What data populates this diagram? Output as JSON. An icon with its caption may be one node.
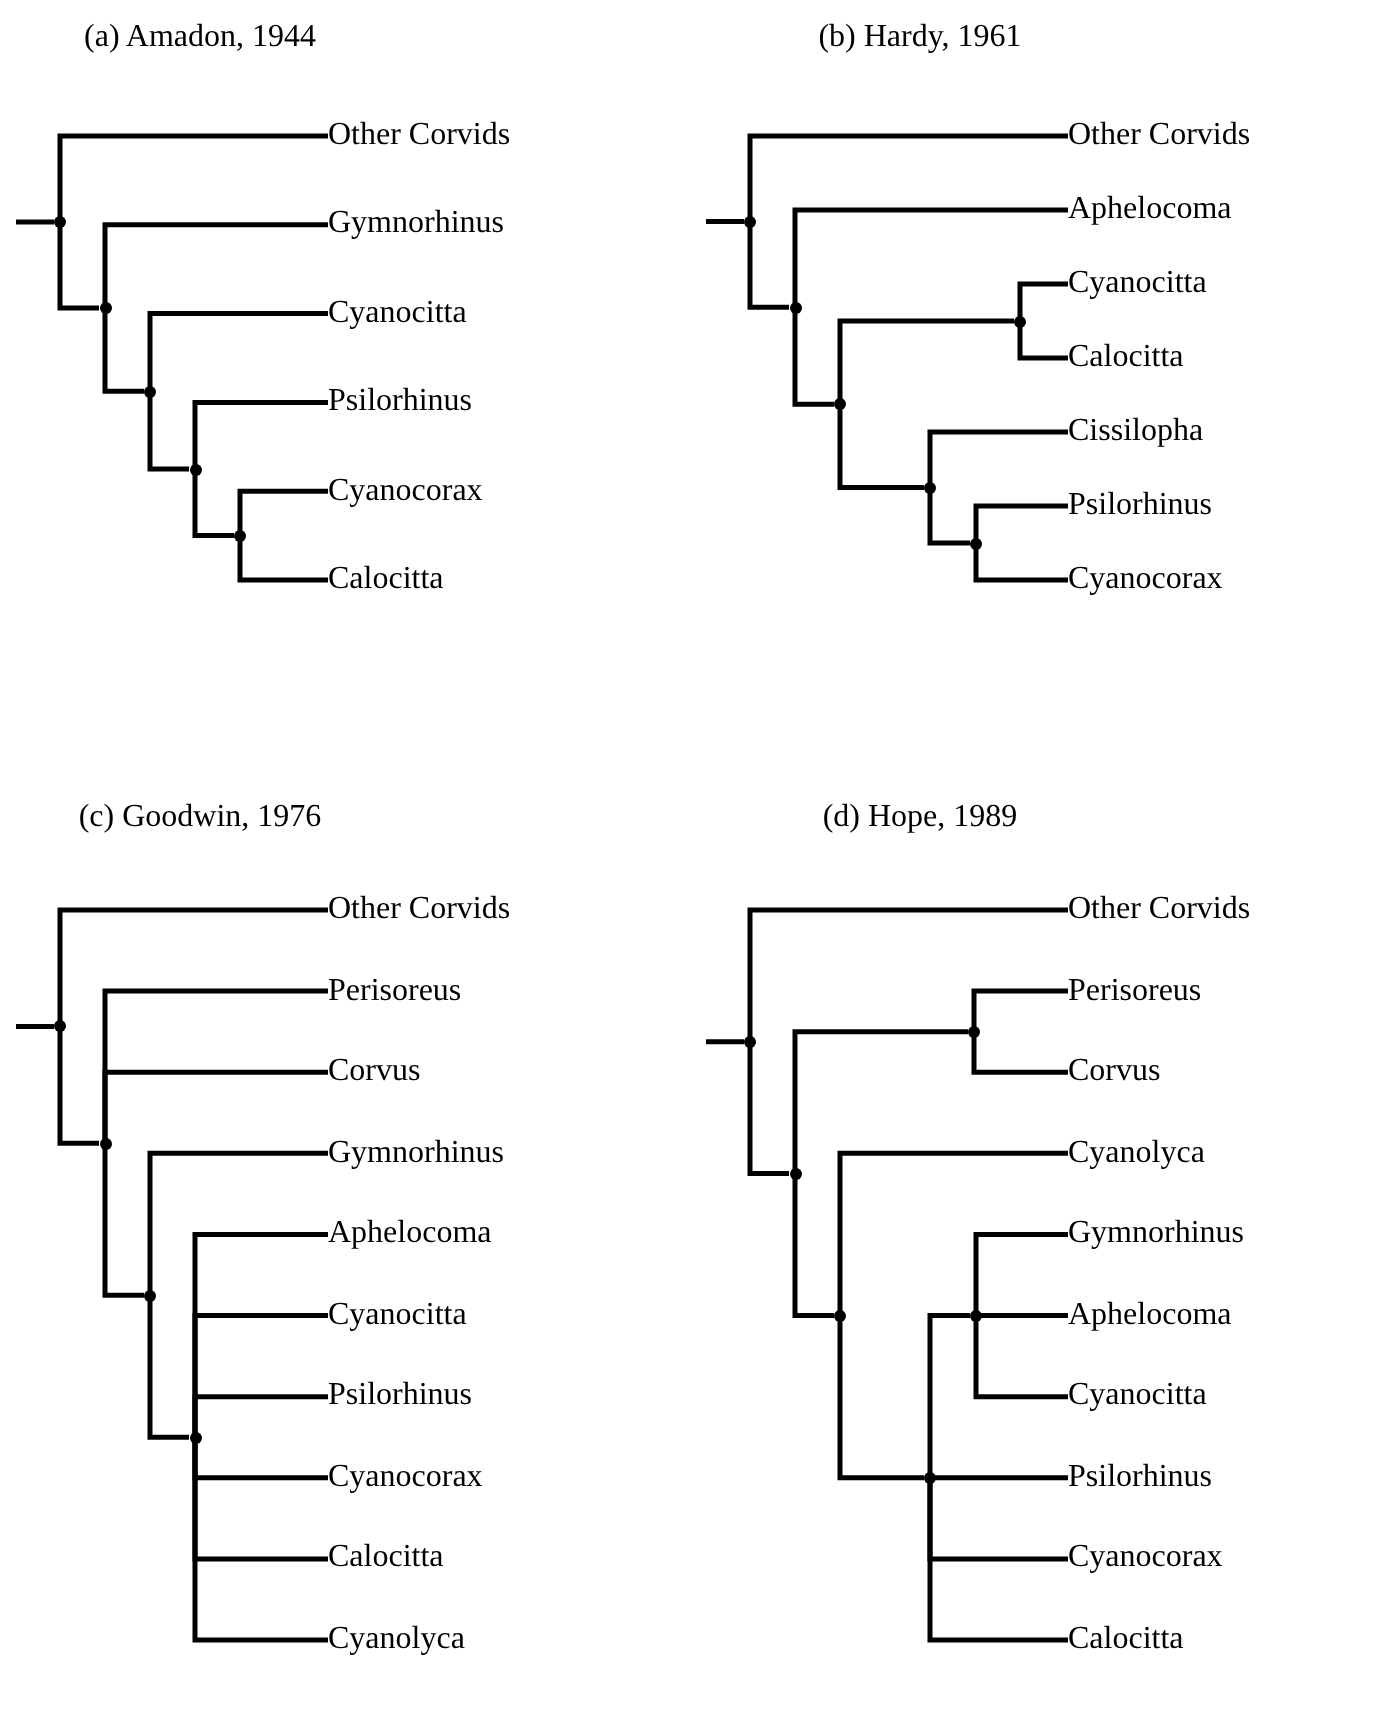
{
  "diagram": {
    "nodes": [
      {
        "text": [],
        "shape": "point"
      },
      {
        "text": [
          "Other Corvids"
        ]
      },
      {
        "text": [],
        "shape": "point"
      },
      {
        "text": [
          "Gymnorhinus"
        ]
      },
      {
        "text": [],
        "shape": "point"
      },
      {
        "text": [
          "Cyanocitta"
        ]
      },
      {
        "text": [],
        "shape": "point"
      },
      {
        "text": [
          "Psilorhinus"
        ]
      },
      {
        "text": [],
        "shape": "point"
      },
      {
        "text": [
          "Cyanocorax"
        ]
      },
      {
        "text": [
          "Calocitta"
        ]
      },
      {
        "text": [],
        "shape": "point"
      },
      {
        "text": [
          "Other Corvids"
        ]
      },
      {
        "text": [],
        "shape": "point"
      },
      {
        "text": [
          "Aphelocoma"
        ]
      },
      {
        "text": [],
        "shape": "point"
      },
      {
        "text": [],
        "shape": "point"
      },
      {
        "text": [
          "Cyanocitta"
        ]
      },
      {
        "text": [
          "Calocitta"
        ]
      },
      {
        "text": [],
        "shape": "point"
      },
      {
        "text": [
          "Cissilopha"
        ]
      },
      {
        "text": [],
        "shape": "point"
      },
      {
        "text": [
          "Psilorhinus"
        ]
      },
      {
        "text": [
          "Cyanocorax"
        ]
      },
      {
        "text": [],
        "shape": "point"
      },
      {
        "text": [
          "Other Corvids"
        ]
      },
      {
        "text": [],
        "shape": "point"
      },
      {
        "text": [
          "Perisoreus"
        ]
      },
      {
        "text": [
          "Corvus"
        ]
      },
      {
        "text": [],
        "shape": "point"
      },
      {
        "text": [
          "Gymnorhinus"
        ]
      },
      {
        "text": [],
        "shape": "point"
      },
      {
        "text": [
          "Aphelocoma"
        ]
      },
      {
        "text": [
          "Cyanocitta"
        ]
      },
      {
        "text": [
          "Psilorhinus"
        ]
      },
      {
        "text": [
          "Cyanocorax"
        ]
      },
      {
        "text": [
          "Calocitta"
        ]
      },
      {
        "text": [
          "Cyanolyca"
        ]
      },
      {
        "text": [],
        "shape": "point"
      },
      {
        "text": [
          "Other Corvids"
        ]
      },
      {
        "text": [],
        "shape": "point"
      },
      {
        "text": [],
        "shape": "point"
      },
      {
        "text": [
          "Perisoreus"
        ]
      },
      {
        "text": [
          "Corvus"
        ]
      },
      {
        "text": [],
        "shape": "point"
      },
      {
        "text": [
          "Cyanolyca"
        ]
      },
      {
        "text": [],
        "shape": "point"
      },
      {
        "text": [],
        "shape": "point"
      },
      {
        "text": [
          "Gymnorhinus"
        ]
      },
      {
        "text": [
          "Aphelocoma"
        ]
      },
      {
        "text": [
          "Cyanocitta"
        ]
      },
      {
        "text": [
          "Psilorhinus"
        ]
      },
      {
        "text": [
          "Cyanocorax"
        ]
      },
      {
        "text": [
          "Calocitta"
        ]
      }
    ],
    "edges": [
      {
        "from": null,
        "to": 0,
        "arrow": "none"
      },
      {
        "from": 0,
        "to": 1,
        "arrow": "none"
      },
      {
        "from": 0,
        "to": 2,
        "arrow": "none"
      },
      {
        "from": 2,
        "to": 3,
        "arrow": "none"
      },
      {
        "from": 2,
        "to": 4,
        "arrow": "none"
      },
      {
        "from": 4,
        "to": 5,
        "arrow": "none"
      },
      {
        "from": 4,
        "to": 6,
        "arrow": "none"
      },
      {
        "from": 6,
        "to": 7,
        "arrow": "none"
      },
      {
        "from": 6,
        "to": 8,
        "arrow": "none"
      },
      {
        "from": 8,
        "to": 9,
        "arrow": "none"
      },
      {
        "from": 8,
        "to": 10,
        "arrow": "none"
      },
      {
        "from": null,
        "to": 11,
        "arrow": "none"
      },
      {
        "from": 11,
        "to": 12,
        "arrow": "none"
      },
      {
        "from": 11,
        "to": 13,
        "arrow": "none"
      },
      {
        "from": 13,
        "to": 14,
        "arrow": "none"
      },
      {
        "from": 13,
        "to": 15,
        "arrow": "none"
      },
      {
        "from": 15,
        "to": 16,
        "arrow": "none"
      },
      {
        "from": 16,
        "to": 17,
        "arrow": "none"
      },
      {
        "from": 16,
        "to": 18,
        "arrow": "none"
      },
      {
        "from": 15,
        "to": 19,
        "arrow": "none"
      },
      {
        "from": 19,
        "to": 20,
        "arrow": "none"
      },
      {
        "from": 19,
        "to": 21,
        "arrow": "none"
      },
      {
        "from": 21,
        "to": 22,
        "arrow": "none"
      },
      {
        "from": 21,
        "to": 23,
        "arrow": "none"
      },
      {
        "from": null,
        "to": 24,
        "arrow": "none"
      },
      {
        "from": 24,
        "to": 25,
        "arrow": "none"
      },
      {
        "from": 24,
        "to": 26,
        "arrow": "none"
      },
      {
        "from": 26,
        "to": 27,
        "arrow": "none"
      },
      {
        "from": 26,
        "to": 28,
        "arrow": "none"
      },
      {
        "from": 26,
        "to": 29,
        "arrow": "none"
      },
      {
        "from": 29,
        "to": 30,
        "arrow": "none"
      },
      {
        "from": 29,
        "to": 31,
        "arrow": "none"
      },
      {
        "from": 31,
        "to": 32,
        "arrow": "none"
      },
      {
        "from": 31,
        "to": 33,
        "arrow": "none"
      },
      {
        "from": 31,
        "to": 34,
        "arrow": "none"
      },
      {
        "from": 31,
        "to": 35,
        "arrow": "none"
      },
      {
        "from": 31,
        "to": 36,
        "arrow": "none"
      },
      {
        "from": 31,
        "to": 37,
        "arrow": "none"
      },
      {
        "from": null,
        "to": 38,
        "arrow": "none"
      },
      {
        "from": 38,
        "to": 39,
        "arrow": "none"
      },
      {
        "from": 38,
        "to": 40,
        "arrow": "none"
      },
      {
        "from": 40,
        "to": 41,
        "arrow": "none"
      },
      {
        "from": 41,
        "to": 42,
        "arrow": "none"
      },
      {
        "from": 41,
        "to": 43,
        "arrow": "none"
      },
      {
        "from": 40,
        "to": 44,
        "arrow": "none"
      },
      {
        "from": 44,
        "to": 45,
        "arrow": "none"
      },
      {
        "from": 44,
        "to": 46,
        "arrow": "none"
      },
      {
        "from": 46,
        "to": 47,
        "arrow": "none"
      },
      {
        "from": 47,
        "to": 48,
        "arrow": "none"
      },
      {
        "from": 47,
        "to": 49,
        "arrow": "none"
      },
      {
        "from": 47,
        "to": 50,
        "arrow": "none"
      },
      {
        "from": 46,
        "to": 51,
        "arrow": "none"
      },
      {
        "from": 46,
        "to": 52,
        "arrow": "none"
      },
      {
        "from": 46,
        "to": 53,
        "arrow": "none"
      }
    ],
    "labels": [
      "(a) Amadon, 1944",
      "(b) Hardy, 1961",
      "(c) Goodwin, 1976",
      "(d) Hope, 1989"
    ]
  }
}
